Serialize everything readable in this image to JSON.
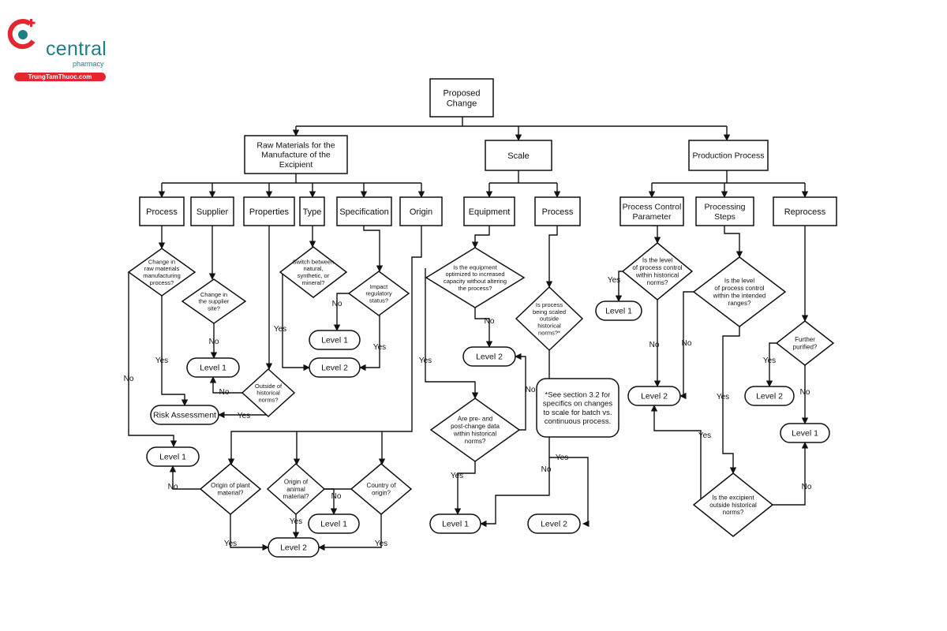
{
  "brand": {
    "name": "central",
    "sub": "pharmacy",
    "site": "TrungTamThuoc.com"
  },
  "nodes": {
    "proposed_change": [
      "Proposed",
      "Change"
    ],
    "raw_materials": [
      "Raw Materials for the",
      "Manufacture of the",
      "Excipient"
    ],
    "scale": [
      "Scale"
    ],
    "production_process": [
      "Production Process"
    ],
    "process": [
      "Process"
    ],
    "supplier": [
      "Supplier"
    ],
    "properties": [
      "Properties"
    ],
    "type": [
      "Type"
    ],
    "specification": [
      "Specification"
    ],
    "origin": [
      "Origin"
    ],
    "equipment": [
      "Equipment"
    ],
    "scale_process": [
      "Process"
    ],
    "process_control_parameter": [
      "Process Control",
      "Parameter"
    ],
    "processing_steps": [
      "Processing",
      "Steps"
    ],
    "reprocess": [
      "Reprocess"
    ],
    "q_change_raw": [
      "Change in",
      "raw materials",
      "manufacturing",
      "process?"
    ],
    "q_change_supplier": [
      "Change in",
      "the supplier",
      "site?"
    ],
    "q_switch": [
      "Switch between",
      "natural,",
      "synthetic, or",
      "mineral?"
    ],
    "q_impact": [
      "Impact",
      "regulatory",
      "status?"
    ],
    "q_outside": [
      "Outside of",
      "historical",
      "norms?"
    ],
    "q_equipment": [
      "Is the equipment",
      "optimized to increased",
      "capacity without altering",
      "the process?"
    ],
    "q_scaled": [
      "Is process",
      "being scaled",
      "outside",
      "historical",
      "norms?*"
    ],
    "q_prepost": [
      "Are pre- and",
      "post-change data",
      "within historical",
      "norms?"
    ],
    "q_level_control": [
      "Is the level",
      "of process control",
      "within historical",
      "norms?"
    ],
    "q_intended": [
      "Is the level",
      "of process control",
      "within the intended",
      "ranges?"
    ],
    "q_further": [
      "Further",
      "purified?"
    ],
    "q_excipient_outside": [
      "Is the excipient",
      "outside historical",
      "norms?"
    ],
    "q_plant": [
      "Origin of plant",
      "material?"
    ],
    "q_animal": [
      "Origin of",
      "animal",
      "material?"
    ],
    "q_country": [
      "Country of",
      "origin?"
    ],
    "level1": "Level 1",
    "level2": "Level 2",
    "risk_assessment": "Risk Assessment",
    "note": [
      "*See section 3.2 for",
      "specifics on changes",
      "to scale for batch vs.",
      "continuous process."
    ]
  },
  "edge_labels": {
    "yes": "Yes",
    "no": "No"
  }
}
